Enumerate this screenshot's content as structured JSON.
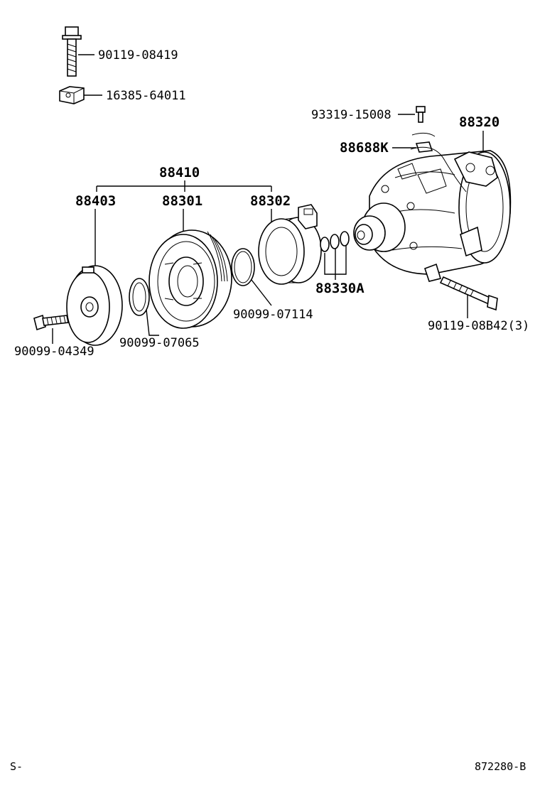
{
  "labels": {
    "bolt_top": "90119-08419",
    "block": "16385-64011",
    "screw_top": "93319-15008",
    "compressor": "88320",
    "clip": "88688K",
    "assy": "88410",
    "plate": "88403",
    "pulley": "88301",
    "coil": "88302",
    "shims": "88330A",
    "snap_ring_coil": "90099-07114",
    "bolt_mount": "90119-08B42(3)",
    "bolt_plate": "90099-04349",
    "snap_ring_pulley": "90099-07065"
  },
  "footer": {
    "left": "S-",
    "right": "872280-B"
  }
}
